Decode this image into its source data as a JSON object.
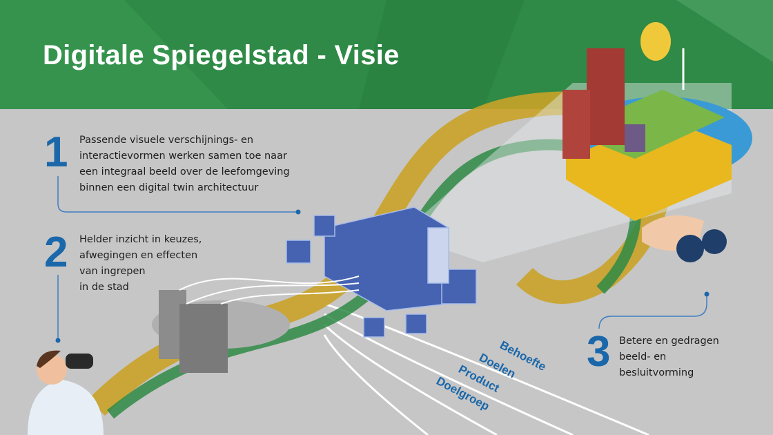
{
  "header": {
    "title": "Digitale Spiegelstad - Visie"
  },
  "points": [
    {
      "number": "1",
      "lines": [
        "Passende visuele verschijnings- en",
        "interactievormen werken samen toe naar",
        "een integraal beeld over de leefomgeving",
        "binnen een digital twin architectuur"
      ]
    },
    {
      "number": "2",
      "lines": [
        "Helder inzicht in keuzes,",
        "afwegingen en effecten",
        "van ingrepen",
        "in de stad"
      ]
    },
    {
      "number": "3",
      "lines": [
        "Betere en gedragen",
        "beeld- en",
        "besluitvorming"
      ]
    }
  ],
  "lanes": [
    "Behoefte",
    "Doelen",
    "Product",
    "Doelgroep"
  ],
  "colors": {
    "header": "#2e8a46",
    "accent": "#1a67aa",
    "background": "#c6c6c6",
    "ribbon_gold": "#c9a227",
    "ribbon_green": "#2f8a46",
    "cube": "#3f5fae"
  }
}
